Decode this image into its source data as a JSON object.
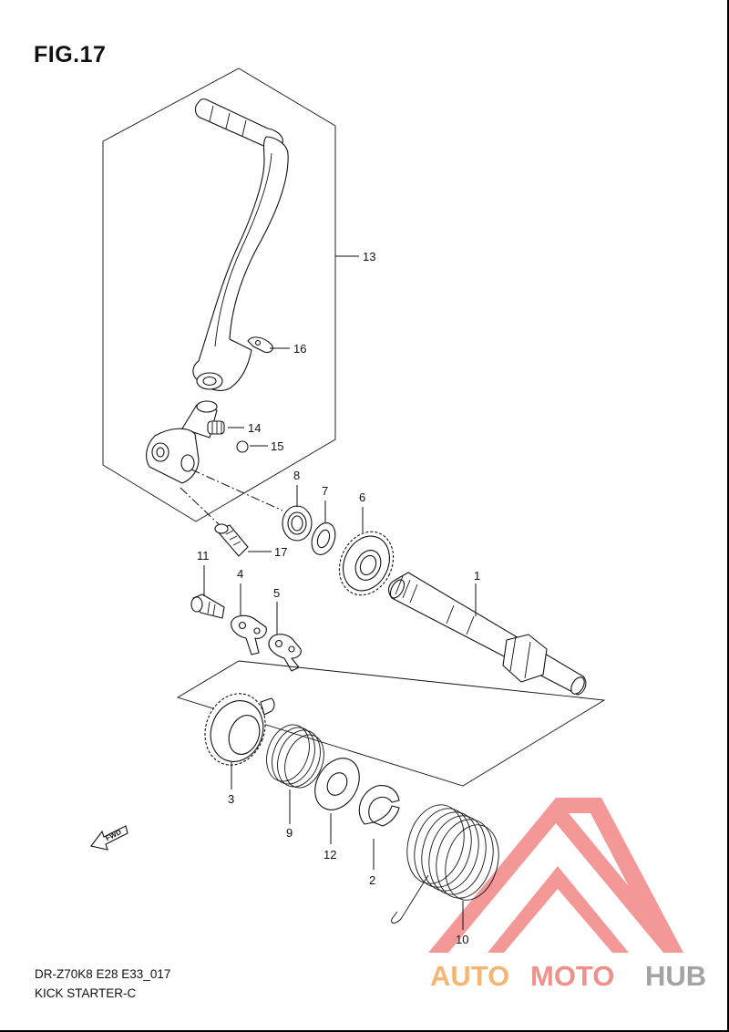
{
  "figure": {
    "title": "FIG.17"
  },
  "caption": {
    "code": "DR-Z70K8 E28 E33_017",
    "name": "KICK STARTER-C"
  },
  "fwd_label": "FWD",
  "callouts": [
    "1",
    "2",
    "3",
    "4",
    "5",
    "6",
    "7",
    "8",
    "9",
    "10",
    "11",
    "12",
    "13",
    "14",
    "15",
    "16",
    "17"
  ],
  "watermark": {
    "part1": "AUTO",
    "part2": "MOTO",
    "part3": "HUB",
    "colors": {
      "auto": "#f6b673",
      "moto": "#f0908a",
      "hub": "#a3a3a3",
      "logo": "#f28585"
    }
  }
}
